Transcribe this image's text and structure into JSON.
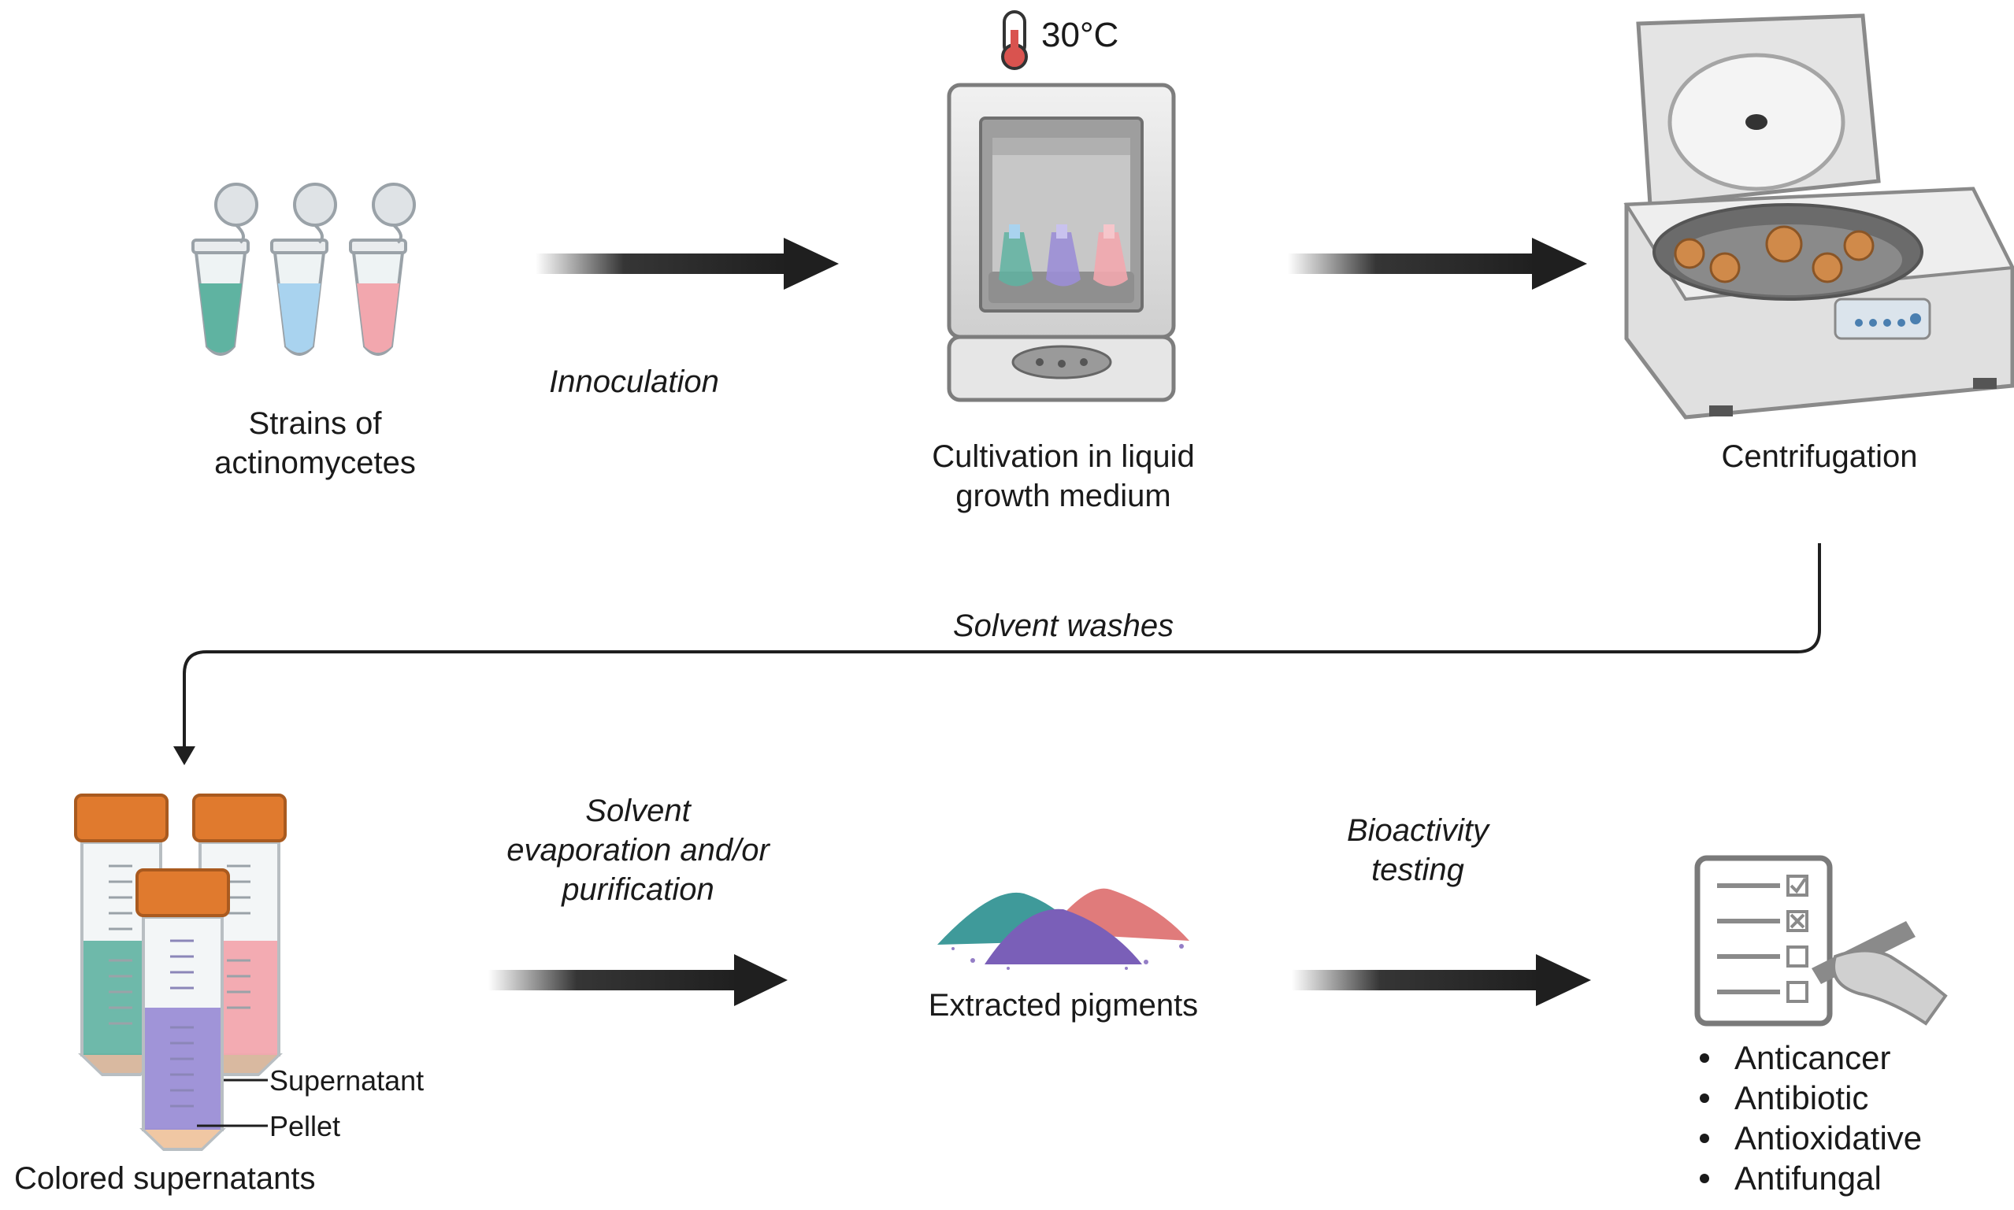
{
  "temperature": "30°C",
  "nodes": {
    "strains": {
      "line1": "Strains of",
      "line2": "actinomycetes"
    },
    "cultivation": {
      "line1": "Cultivation in liquid",
      "line2": "growth medium"
    },
    "centrifugation": {
      "line1": "Centrifugation"
    },
    "supernatants": {
      "line1": "Colored supernatants"
    },
    "pigments": {
      "line1": "Extracted pigments"
    }
  },
  "steps": {
    "inoculation": "Innoculation",
    "solvent_washes": "Solvent washes",
    "evaporation": {
      "line1": "Solvent",
      "line2": "evaporation and/or",
      "line3": "purification"
    },
    "bioactivity": {
      "line1": "Bioactivity",
      "line2": "testing"
    }
  },
  "tube_labels": {
    "supernatant": "Supernatant",
    "pellet": "Pellet"
  },
  "bioactivities": [
    "Anticancer",
    "Antibiotic",
    "Antioxidative",
    "Antifungal"
  ],
  "colors": {
    "teal": "#5fb3a1",
    "blue": "#a9d3ef",
    "pink": "#f2a7ae",
    "purple": "#9b8ed6",
    "orange_cap": "#e07a2e",
    "arrow": "#1f1f1f"
  }
}
